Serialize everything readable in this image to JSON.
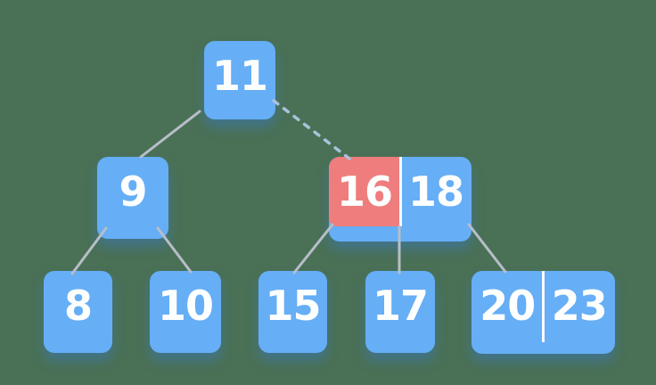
{
  "diagram_type": "b-tree-visualization",
  "palette": {
    "background": "#4a7156",
    "node_fill": "#66aef6",
    "highlight_fill": "#ef7d7d",
    "key_text": "#fdfefe",
    "edge_line": "#b7bec8",
    "pending_edge_line": "#a9c2da",
    "cell_divider": "#fafbfc"
  },
  "tree": {
    "root": {
      "key": "11"
    },
    "internal_left": {
      "key": "9"
    },
    "internal_right": {
      "left_key": "16",
      "right_key": "18",
      "highlighted_key": "16"
    },
    "leaf_far_left": {
      "key": "8"
    },
    "leaf_left": {
      "key": "10"
    },
    "leaf_mid_left": {
      "key": "15"
    },
    "leaf_mid_right": {
      "key": "17"
    },
    "leaf_right": {
      "left_key": "20",
      "right_key": "23"
    }
  }
}
